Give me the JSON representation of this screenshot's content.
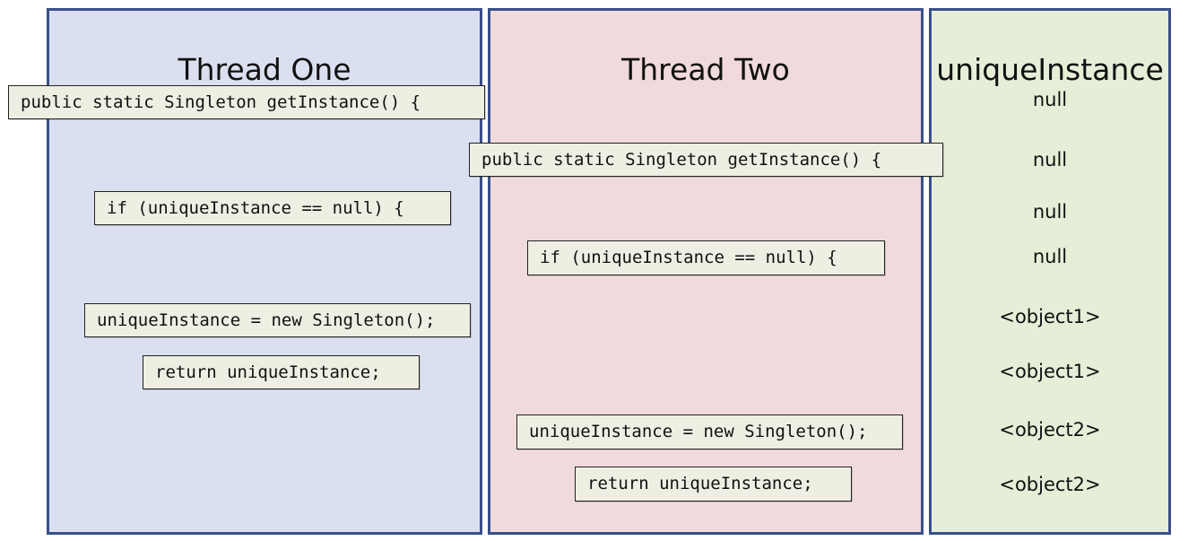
{
  "columns": {
    "thread_one": {
      "title": "Thread One"
    },
    "thread_two": {
      "title": "Thread Two"
    },
    "unique_instance": {
      "title": "uniqueInstance"
    }
  },
  "thread_one_steps": [
    "public static Singleton getInstance() {",
    "if (uniqueInstance == null) {",
    "uniqueInstance = new Singleton();",
    "return uniqueInstance;"
  ],
  "thread_two_steps": [
    "public static Singleton getInstance() {",
    "if (uniqueInstance == null) {",
    "uniqueInstance = new Singleton();",
    "return uniqueInstance;"
  ],
  "unique_instance_values": [
    "null",
    "null",
    "null",
    "null",
    "<object1>",
    "<object1>",
    "<object2>",
    "<object2>"
  ],
  "colors": {
    "thread_one_bg": "#dbe0f0",
    "thread_two_bg": "#f0dadb",
    "unique_instance_bg": "#e6eed8",
    "column_border": "#3a4f8a",
    "code_box_bg": "#eeeee3"
  }
}
